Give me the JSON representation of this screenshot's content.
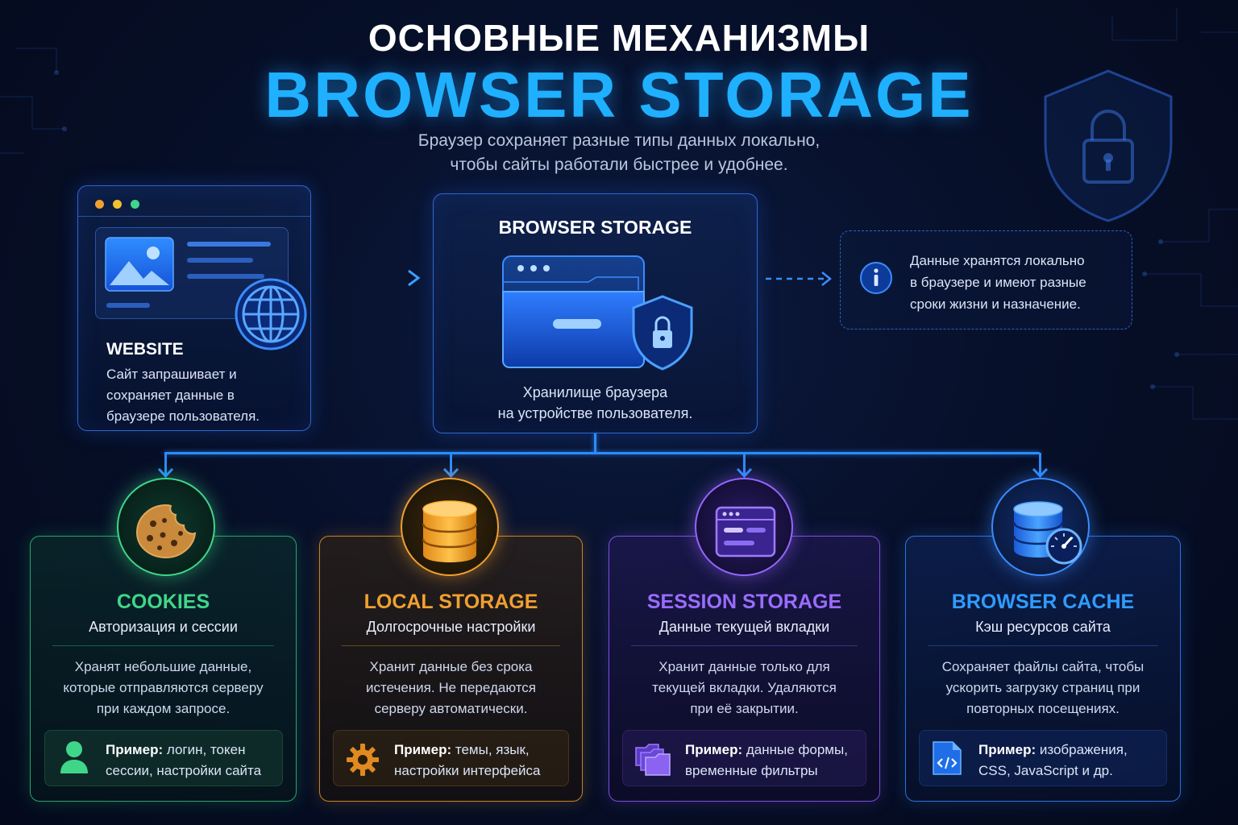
{
  "header": {
    "title_line1": "ОСНОВНЫЕ МЕХАНИЗМЫ",
    "title_line2": "BROWSER STORAGE",
    "subtitle_line1": "Браузер сохраняет разные типы данных локально,",
    "subtitle_line2": "чтобы сайты работали быстрее и удобнее."
  },
  "website": {
    "title": "WEBSITE",
    "desc_line1": "Сайт запрашивает и",
    "desc_line2": "сохраняет данные в",
    "desc_line3": "браузере пользователя."
  },
  "storage": {
    "title": "BROWSER STORAGE",
    "desc_line1": "Хранилище браузера",
    "desc_line2": "на устройстве пользователя."
  },
  "note": {
    "line1": "Данные хранятся локально",
    "line2": "в браузере и имеют разные",
    "line3": "сроки жизни и назначение."
  },
  "cards": [
    {
      "title": "COOKIES",
      "subtitle": "Авторизация и сессии",
      "desc_line1": "Хранят небольшие данные,",
      "desc_line2": "которые отправляются серверу",
      "desc_line3": "при каждом запросе.",
      "example_label": "Пример:",
      "example_line1": " логин, токен",
      "example_line2": "сессии, настройки сайта",
      "color": "#3fd68a",
      "icon": "cookie-icon",
      "example_icon": "user-icon"
    },
    {
      "title": "LOCAL STORAGE",
      "subtitle": "Долгосрочные настройки",
      "desc_line1": "Хранит данные без срока",
      "desc_line2": "истечения. Не передаются",
      "desc_line3": "серверу автоматически.",
      "example_label": "Пример:",
      "example_line1": " темы, язык,",
      "example_line2": "настройки интерфейса",
      "color": "#f0a030",
      "icon": "database-icon",
      "example_icon": "gear-icon"
    },
    {
      "title": "SESSION STORAGE",
      "subtitle": "Данные текущей вкладки",
      "desc_line1": "Хранит данные только для",
      "desc_line2": "текущей вкладки. Удаляются",
      "desc_line3": "при её закрытии.",
      "example_label": "Пример:",
      "example_line1": " данные формы,",
      "example_line2": "временные фильтры",
      "color": "#9566ff",
      "icon": "browser-window-icon",
      "example_icon": "folders-icon"
    },
    {
      "title": "BROWSER CACHE",
      "subtitle": "Кэш ресурсов сайта",
      "desc_line1": "Сохраняет файлы сайта, чтобы",
      "desc_line2": "ускорить загрузку страниц при",
      "desc_line3": "повторных посещениях.",
      "example_label": "Пример:",
      "example_line1": " изображения,",
      "example_line2": "CSS, JavaScript и др.",
      "color": "#3a8cff",
      "icon": "database-speed-icon",
      "example_icon": "code-file-icon"
    }
  ]
}
